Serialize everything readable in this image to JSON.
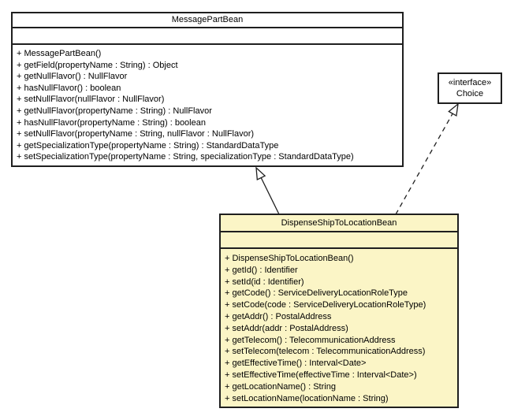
{
  "diagram": {
    "type": "uml-class-diagram",
    "colors": {
      "background": "#ffffff",
      "class_fill": "#ffffff",
      "highlight_fill": "#fbf5c6",
      "border": "#1f1f1f"
    },
    "classes": {
      "message_part_bean": {
        "name": "MessagePartBean",
        "attributes": [],
        "methods": [
          "+ MessagePartBean()",
          "+ getField(propertyName : String) : Object",
          "+ getNullFlavor() : NullFlavor",
          "+ hasNullFlavor() : boolean",
          "+ setNullFlavor(nullFlavor : NullFlavor)",
          "+ getNullFlavor(propertyName : String) : NullFlavor",
          "+ hasNullFlavor(propertyName : String) : boolean",
          "+ setNullFlavor(propertyName : String, nullFlavor : NullFlavor)",
          "+ getSpecializationType(propertyName : String) : StandardDataType",
          "+ setSpecializationType(propertyName : String, specializationType : StandardDataType)"
        ]
      },
      "choice": {
        "stereotype": "«interface»",
        "name": "Choice",
        "attributes": [],
        "methods": []
      },
      "dispense_ship_to_location_bean": {
        "name": "DispenseShipToLocationBean",
        "attributes": [],
        "methods": [
          "+ DispenseShipToLocationBean()",
          "+ getId() : Identifier",
          "+ setId(id : Identifier)",
          "+ getCode() : ServiceDeliveryLocationRoleType",
          "+ setCode(code : ServiceDeliveryLocationRoleType)",
          "+ getAddr() : PostalAddress",
          "+ setAddr(addr : PostalAddress)",
          "+ getTelecom() : TelecommunicationAddress",
          "+ setTelecom(telecom : TelecommunicationAddress)",
          "+ getEffectiveTime() : Interval<Date>",
          "+ setEffectiveTime(effectiveTime : Interval<Date>)",
          "+ getLocationName() : String",
          "+ setLocationName(locationName : String)"
        ]
      }
    },
    "relationships": [
      {
        "type": "generalization",
        "from": "DispenseShipToLocationBean",
        "to": "MessagePartBean",
        "line_style": "solid"
      },
      {
        "type": "realization",
        "from": "DispenseShipToLocationBean",
        "to": "Choice",
        "line_style": "dashed"
      }
    ]
  }
}
